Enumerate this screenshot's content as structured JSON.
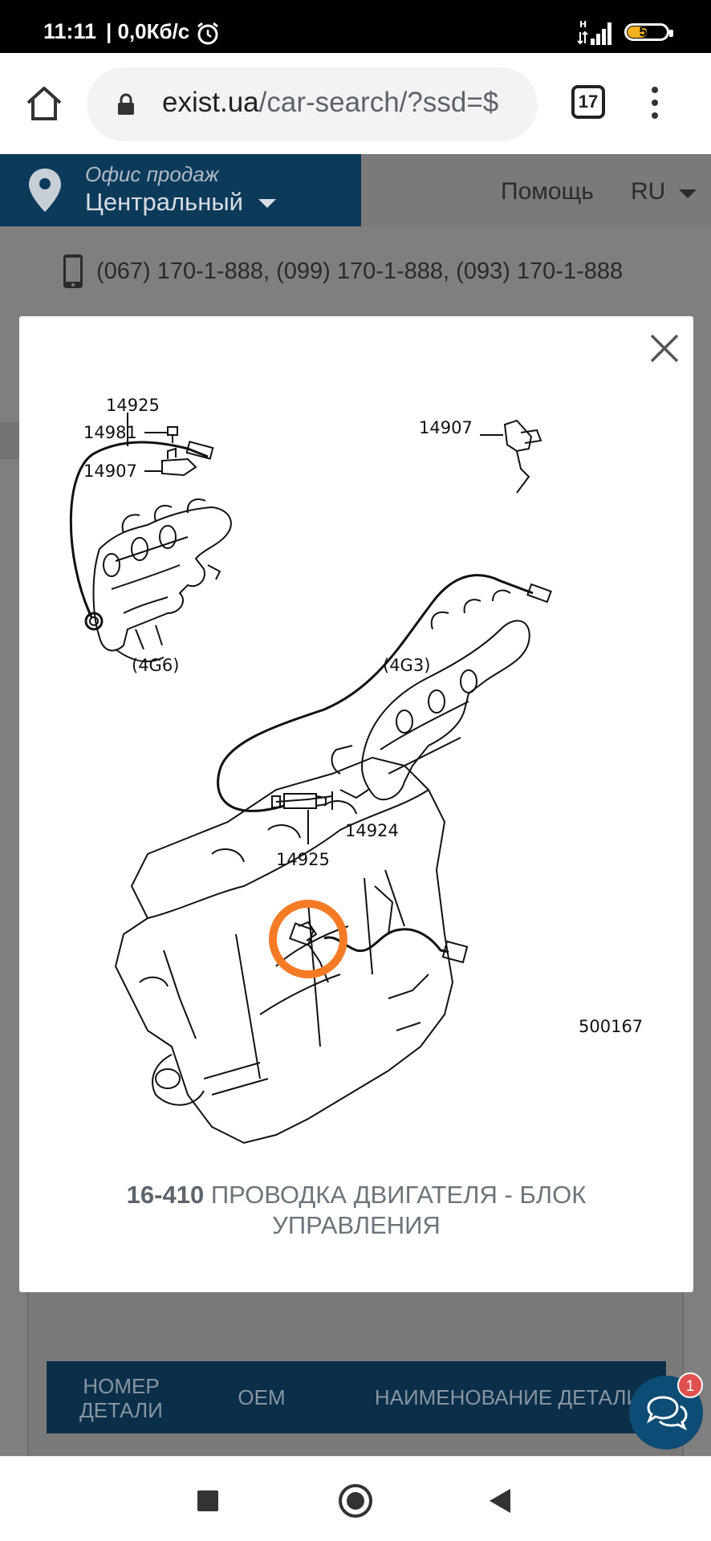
{
  "status_bar": {
    "time": "11:11",
    "speed": "| 0,0Кб/с",
    "network": "H",
    "battery": 50
  },
  "browser": {
    "url_host": "exist.ua",
    "url_rest": "/car-search/?ssd=$",
    "tab_count": "17"
  },
  "site_header": {
    "office_caption": "Офис продаж",
    "office_value": "Центральный",
    "help": "Помощь",
    "language": "RU",
    "phones": "(067) 170-1-888,  (099) 170-1-888,  (093) 170-1-888"
  },
  "modal": {
    "caption_code": "16-410",
    "caption_text": " ПРОВОДКА ДВИГАТЕЛЯ - БЛОК УПРАВЛЕНИЯ",
    "diagram_labels": {
      "p14925_top": "14925",
      "p14981": "14981",
      "p14907_left": "14907",
      "p14907_right": "14907",
      "p14925_bottom": "14925",
      "engine_4g6": "(4G6)",
      "engine_4g3": "(4G3)",
      "p14924": "14924",
      "drawing_no": "500167"
    }
  },
  "table_header": {
    "col_number": "НОМЕР ДЕТАЛИ",
    "col_oem": "OEM",
    "col_name": "НАИМЕНОВАНИЕ ДЕТАЛИ"
  },
  "chat": {
    "badge": "1"
  },
  "colors": {
    "brand_navy": "#0b3a5a",
    "table_head": "#0c2f49",
    "highlight": "#f57a25",
    "badge": "#e0504f"
  }
}
